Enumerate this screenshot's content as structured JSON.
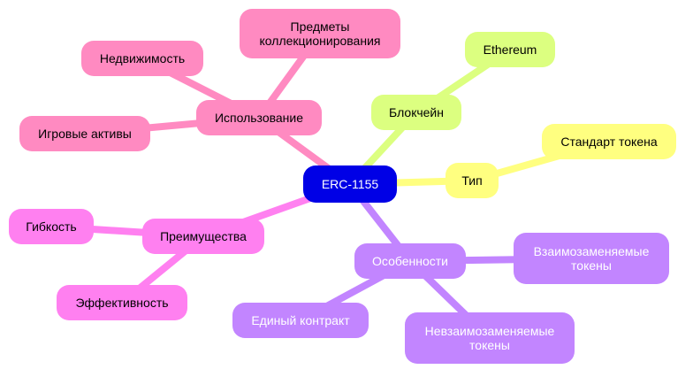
{
  "root": {
    "label": "ERC-1155",
    "fill": "#0000e6",
    "text_color": "#ffffff"
  },
  "branches": [
    {
      "key": "type",
      "label": "Тип",
      "fill": "#ffff80",
      "text_color": "#000000",
      "children": [
        {
          "key": "token-standard",
          "lines": [
            "Стандарт токена"
          ]
        }
      ]
    },
    {
      "key": "blockchain",
      "label": "Блокчейн",
      "fill": "#dcff80",
      "text_color": "#000000",
      "children": [
        {
          "key": "ethereum",
          "lines": [
            "Ethereum"
          ]
        }
      ]
    },
    {
      "key": "usage",
      "label": "Использование",
      "fill": "#ff8ac1",
      "text_color": "#000000",
      "children": [
        {
          "key": "collectibles",
          "lines": [
            "Предметы",
            "коллекционирования"
          ]
        },
        {
          "key": "real-estate",
          "lines": [
            "Недвижимость"
          ]
        },
        {
          "key": "game-assets",
          "lines": [
            "Игровые активы"
          ]
        }
      ]
    },
    {
      "key": "advantages",
      "label": "Преимущества",
      "fill": "#ff80f0",
      "text_color": "#000000",
      "children": [
        {
          "key": "flexibility",
          "lines": [
            "Гибкость"
          ]
        },
        {
          "key": "efficiency",
          "lines": [
            "Эффективность"
          ]
        }
      ]
    },
    {
      "key": "features",
      "label": "Особенности",
      "fill": "#c285ff",
      "text_color": "#ffffff",
      "children": [
        {
          "key": "fungible",
          "lines": [
            "Взаимозаменяемые",
            "токены"
          ]
        },
        {
          "key": "non-fungible",
          "lines": [
            "Невзаимозаменяемые",
            "токены"
          ]
        },
        {
          "key": "single-contract",
          "lines": [
            "Единый контракт"
          ]
        }
      ]
    }
  ]
}
